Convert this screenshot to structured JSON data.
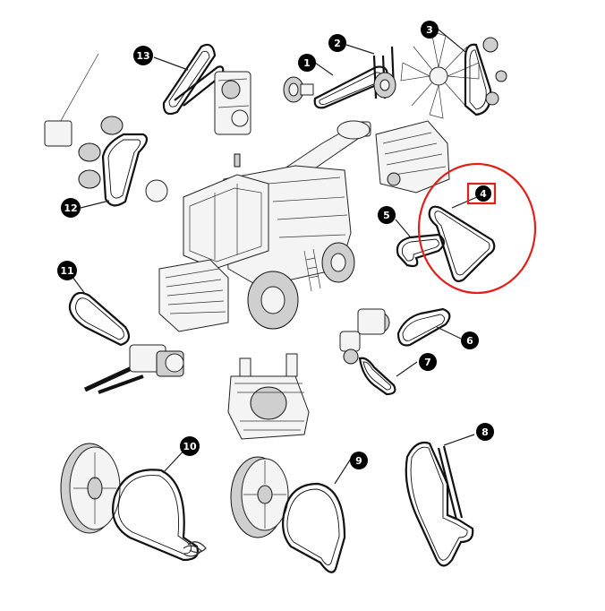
{
  "colors": {
    "ink": "#111111",
    "callout_fill": "#000000",
    "callout_text": "#ffffff",
    "highlight_circle": "#e0201a",
    "highlight_box": "#e0201a"
  },
  "callouts": [
    {
      "id": "1",
      "label": "1"
    },
    {
      "id": "2",
      "label": "2"
    },
    {
      "id": "3",
      "label": "3"
    },
    {
      "id": "4",
      "label": "4"
    },
    {
      "id": "5",
      "label": "5"
    },
    {
      "id": "6",
      "label": "6"
    },
    {
      "id": "7",
      "label": "7"
    },
    {
      "id": "8",
      "label": "8"
    },
    {
      "id": "9",
      "label": "9"
    },
    {
      "id": "10",
      "label": "10"
    },
    {
      "id": "11",
      "label": "11"
    },
    {
      "id": "12",
      "label": "12"
    },
    {
      "id": "13",
      "label": "13"
    }
  ],
  "highlighted_callout": "4"
}
